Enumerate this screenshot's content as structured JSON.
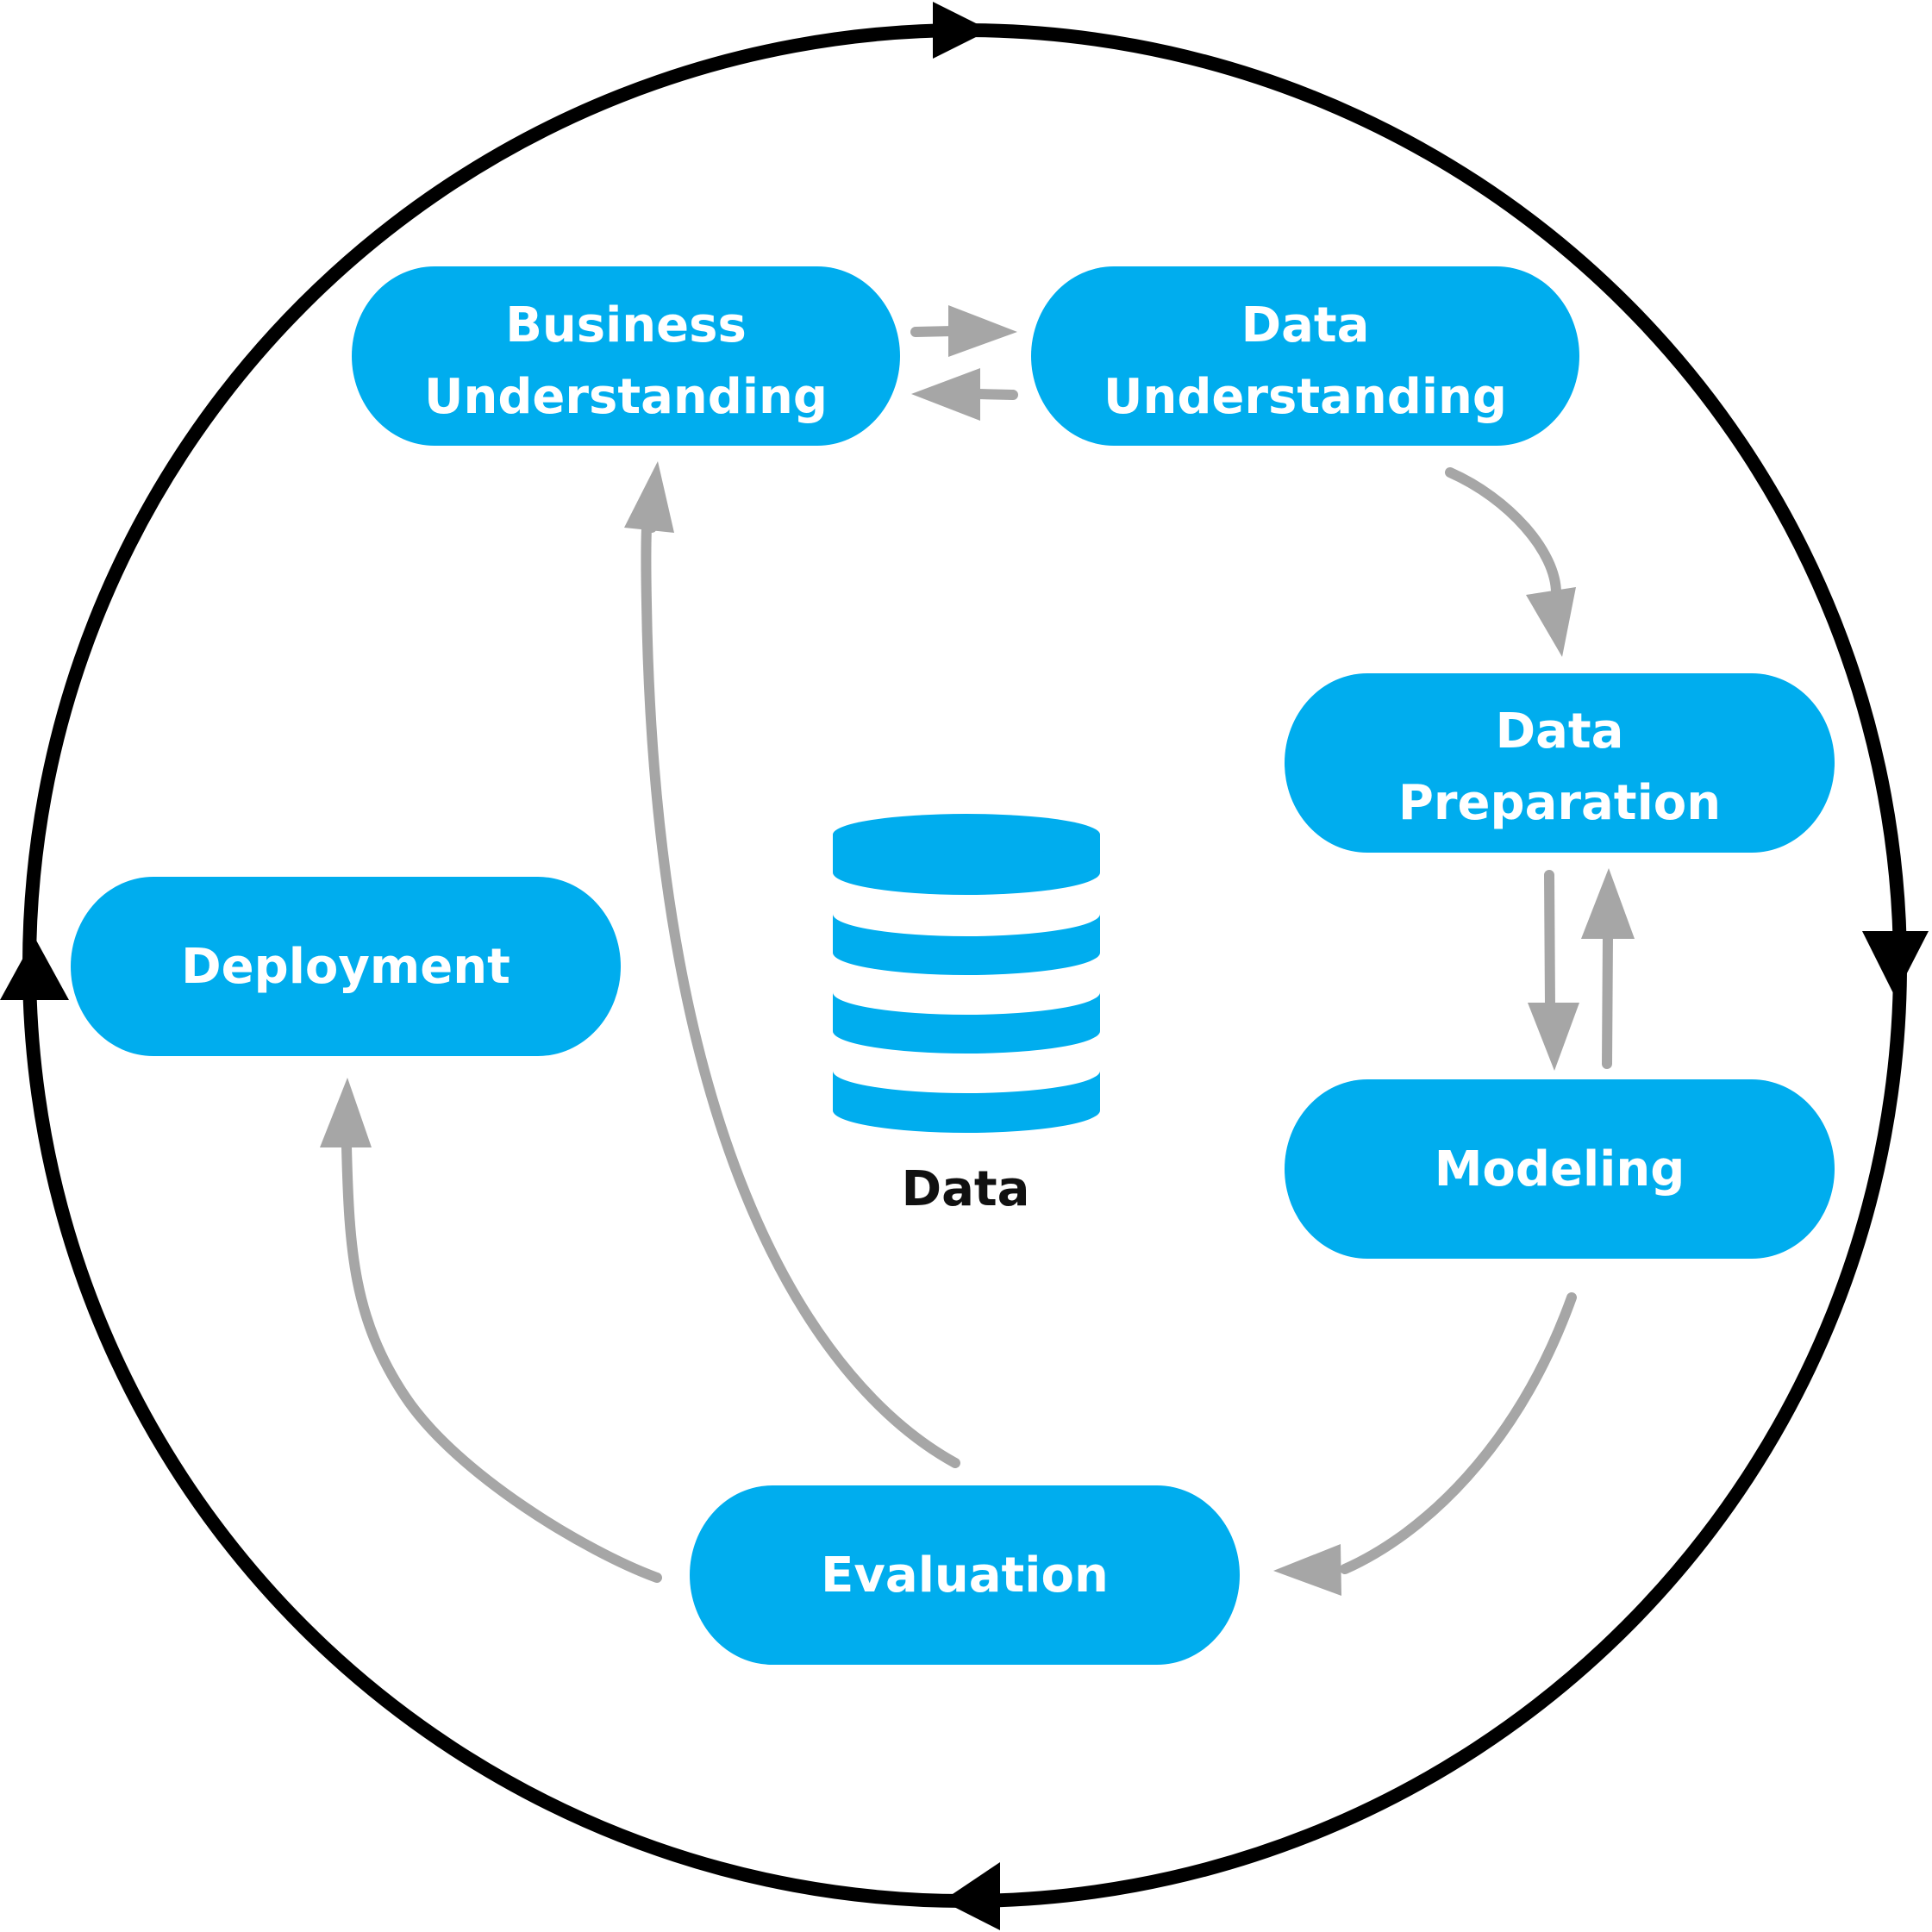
{
  "diagram": {
    "colors": {
      "phase_fill": "#00adee",
      "phase_text": "#ffffff",
      "outer_cycle": "#000000",
      "inner_arrows": "#a6a6a6",
      "data_store": "#00adee",
      "data_label": "#111111",
      "background": "#ffffff"
    },
    "phases": {
      "business_understanding": {
        "line1": "Business",
        "line2": "Understanding"
      },
      "data_understanding": {
        "line1": "Data",
        "line2": "Understanding"
      },
      "data_preparation": {
        "line1": "Data",
        "line2": "Preparation"
      },
      "modeling": {
        "label": "Modeling"
      },
      "evaluation": {
        "label": "Evaluation"
      },
      "deployment": {
        "label": "Deployment"
      }
    },
    "data_store": {
      "label": "Data",
      "icon": "database-icon"
    },
    "flows": [
      {
        "from": "Business Understanding",
        "to": "Data Understanding"
      },
      {
        "from": "Data Understanding",
        "to": "Business Understanding"
      },
      {
        "from": "Data Understanding",
        "to": "Data Preparation"
      },
      {
        "from": "Data Preparation",
        "to": "Modeling"
      },
      {
        "from": "Modeling",
        "to": "Data Preparation"
      },
      {
        "from": "Modeling",
        "to": "Evaluation"
      },
      {
        "from": "Evaluation",
        "to": "Business Understanding"
      },
      {
        "from": "Evaluation",
        "to": "Deployment"
      }
    ],
    "outer_cycle": {
      "direction": "clockwise",
      "arrowheads": 4
    }
  }
}
